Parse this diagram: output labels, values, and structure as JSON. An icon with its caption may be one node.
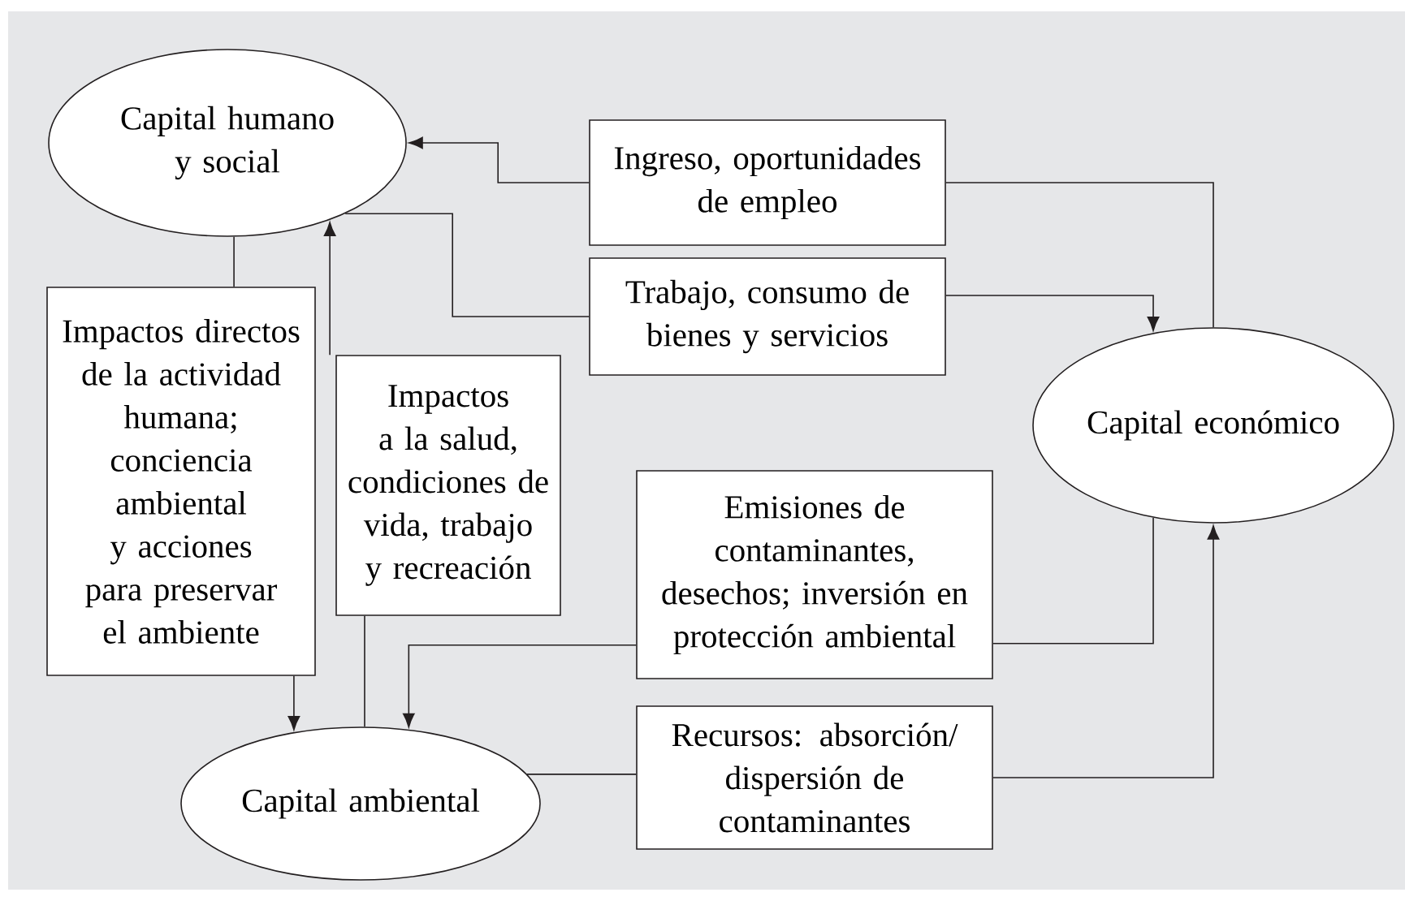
{
  "diagram": {
    "nodes": [
      {
        "text": [
          "Capital humano y social"
        ]
      },
      {
        "text": [
          "Ingreso, oportunidades de empleo"
        ]
      },
      {
        "text": [
          "Trabajo, consumo de bienes y servicios"
        ]
      },
      {
        "text": [
          "Capital económico"
        ]
      },
      {
        "text": [
          "Impactos directos de la actividad humana; conciencia ambiental y acciones para preservar el ambiente"
        ]
      },
      {
        "text": [
          "Impactos a la salud, condiciones de vida, trabajo y recreación"
        ]
      },
      {
        "text": [
          "Emisiones de contaminantes, desechos; inversión en protección ambiental"
        ]
      },
      {
        "text": [
          "Capital ambiental"
        ]
      },
      {
        "text": [
          "Recursos: absorción/ dispersión de contaminantes"
        ]
      }
    ],
    "edges": [
      {
        "from": 3,
        "to": 1,
        "arrow": "none"
      },
      {
        "from": 1,
        "to": 0,
        "arrow": "to"
      },
      {
        "from": 0,
        "to": 2,
        "arrow": "none"
      },
      {
        "from": 2,
        "to": 3,
        "arrow": "to"
      },
      {
        "from": 0,
        "to": 4,
        "arrow": "none"
      },
      {
        "from": 4,
        "to": 7,
        "arrow": "to"
      },
      {
        "from": 7,
        "to": 5,
        "arrow": "none"
      },
      {
        "from": 5,
        "to": 0,
        "arrow": "to"
      },
      {
        "from": 3,
        "to": 6,
        "arrow": "none"
      },
      {
        "from": 6,
        "to": 7,
        "arrow": "to"
      },
      {
        "from": 7,
        "to": 8,
        "arrow": "none"
      },
      {
        "from": 8,
        "to": 3,
        "arrow": "to"
      }
    ]
  }
}
